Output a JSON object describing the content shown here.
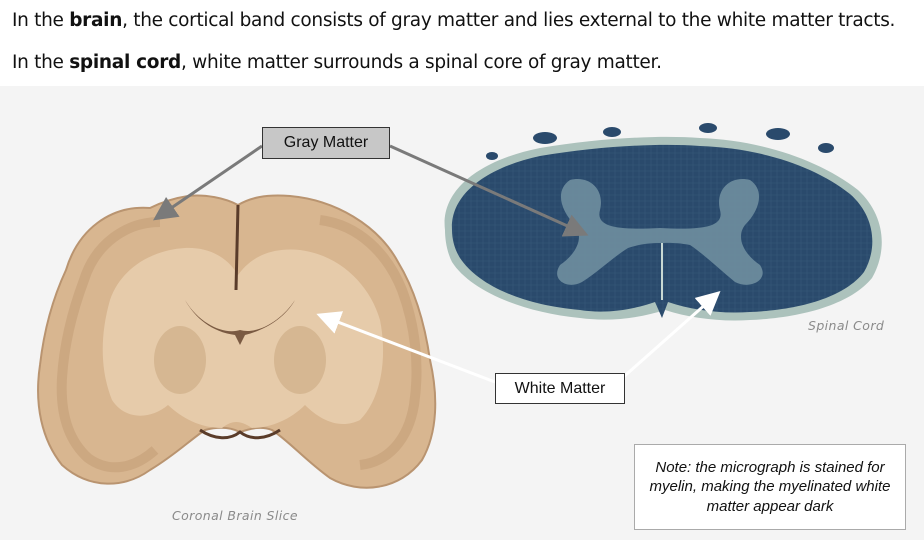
{
  "intro": {
    "line1": {
      "prefix": "In the ",
      "bold": "brain",
      "suffix": ", the cortical band consists of gray matter and lies external to the white matter tracts."
    },
    "line2": {
      "prefix": "In the ",
      "bold": "spinal cord",
      "suffix": ", white matter surrounds a spinal core of gray matter."
    }
  },
  "labels": {
    "gray_matter": "Gray Matter",
    "white_matter": "White Matter"
  },
  "captions": {
    "brain": "Coronal Brain Slice",
    "spinal_cord": "Spinal Cord"
  },
  "note": "Note: the micrograph is stained for myelin, making the myelinated white matter appear dark",
  "colors": {
    "brain_tissue": "#d8b690",
    "brain_gray_edge": "#c29c74",
    "brain_white": "#eacfb0",
    "cord_dark": "#2a4a6c",
    "cord_gray": "#6f8ea0",
    "gray_label_bg": "#c7c7c7",
    "arrow_gray": "#7a7a7a"
  }
}
